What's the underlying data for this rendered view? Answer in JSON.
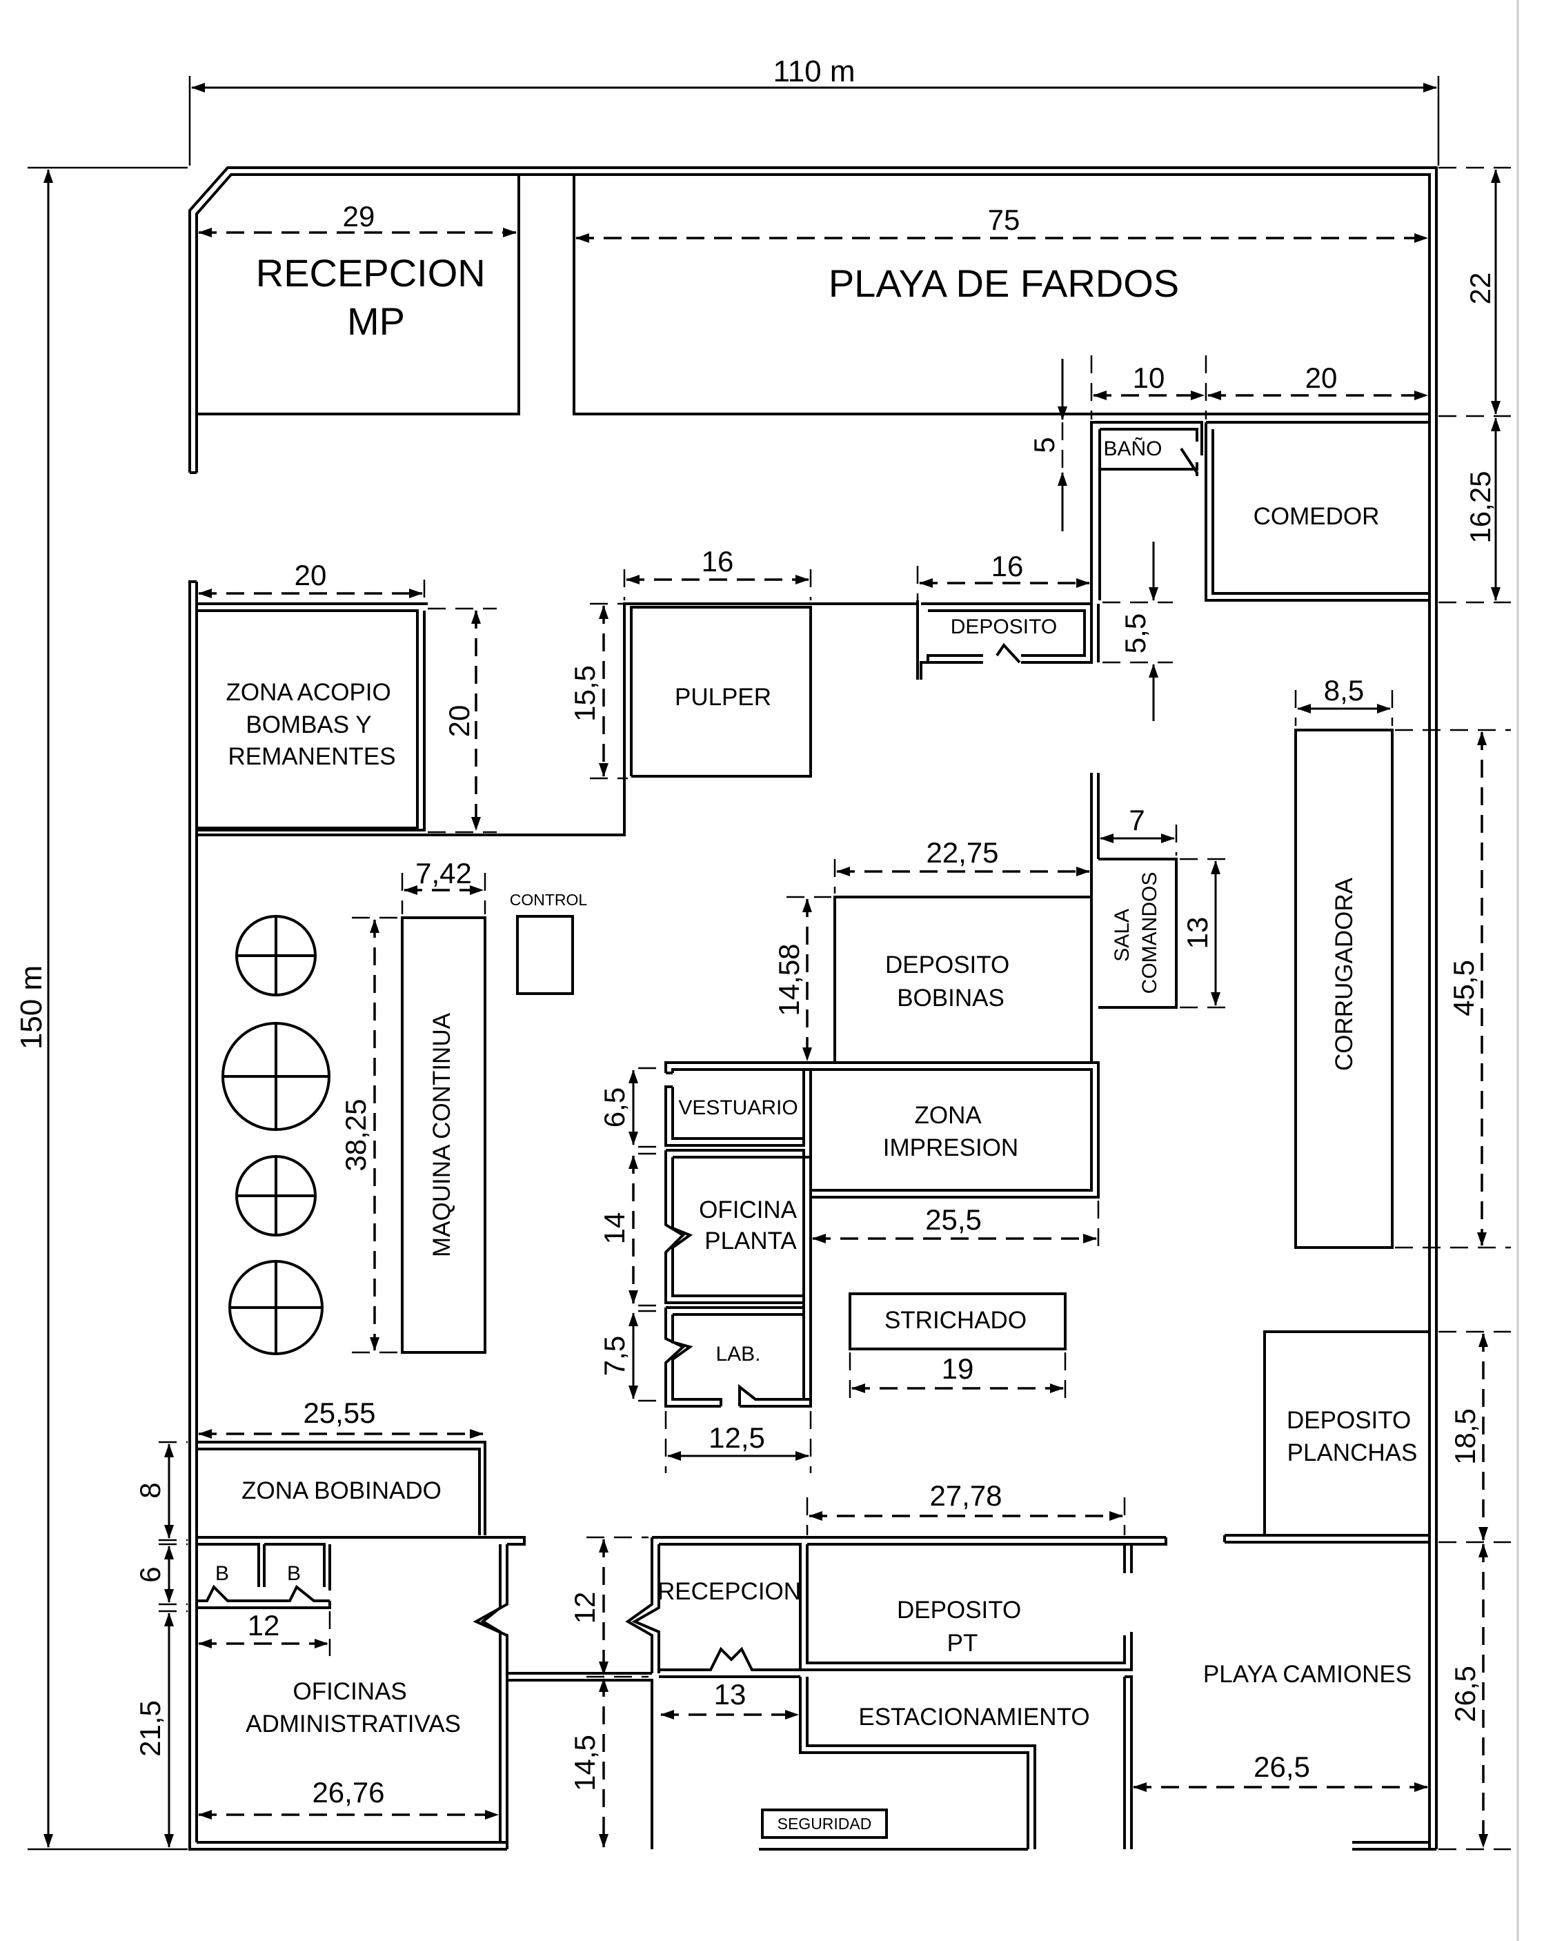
{
  "plan": {
    "overall_width": "110 m",
    "overall_height": "150 m"
  },
  "rooms": {
    "recepcion_mp": [
      "RECEPCION",
      "MP"
    ],
    "playa_de_fardos": "PLAYA DE FARDOS",
    "bano": "BAÑO",
    "comedor": "COMEDOR",
    "deposito_top": "DEPOSITO",
    "pulper": "PULPER",
    "zona_acopio": [
      "ZONA ACOPIO",
      "BOMBAS Y",
      "REMANENTES"
    ],
    "control": "CONTROL",
    "maquina_continua": "MAQUINA CONTINUA",
    "deposito_bobinas": [
      "DEPOSITO",
      "BOBINAS"
    ],
    "sala_comandos": [
      "SALA",
      "COMANDOS"
    ],
    "corrugadora": "CORRUGADORA",
    "vestuario": "VESTUARIO",
    "zona_impresion": [
      "ZONA",
      "IMPRESION"
    ],
    "oficina_planta": [
      "OFICINA",
      "PLANTA"
    ],
    "strichado": "STRICHADO",
    "lab": "LAB.",
    "deposito_planchas": [
      "DEPOSITO",
      "PLANCHAS"
    ],
    "zona_bobinado": "ZONA BOBINADO",
    "bano_b1": "B",
    "bano_b2": "B",
    "recepcion": "RECEPCION",
    "deposito_pt": [
      "DEPOSITO",
      "PT"
    ],
    "playa_camiones": "PLAYA CAMIONES",
    "oficinas_administrativas": [
      "OFICINAS",
      "ADMINISTRATIVAS"
    ],
    "estacionamiento": "ESTACIONAMIENTO",
    "seguridad": "SEGURIDAD"
  },
  "dimensions": {
    "recepcion_mp_w": "29",
    "playa_fardos_w": "75",
    "playa_fardos_h": "22",
    "bano_w": "10",
    "comedor_w": "20",
    "bano_h": "5",
    "comedor_h": "16,25",
    "acopio_w": "20",
    "acopio_h": "20",
    "pulper_w": "16",
    "pulper_h": "15,5",
    "deposito_top_w": "16",
    "deposito_top_h": "5,5",
    "corrugadora_w": "8,5",
    "corrugadora_h": "45,5",
    "maquina_w": "7,42",
    "maquina_h": "38,25",
    "deposito_bobinas_w": "22,75",
    "deposito_bobinas_h": "14,58",
    "sala_comandos_w": "7",
    "sala_comandos_h": "13",
    "vestuario_h": "6,5",
    "oficina_planta_h": "14",
    "zona_impresion_w": "25,5",
    "lab_h": "7,5",
    "lab_w": "12,5",
    "strichado_w": "19",
    "deposito_planchas_h": "18,5",
    "zona_bobinado_w": "25,55",
    "zona_bobinado_h": "8",
    "deposito_pt_w": "27,78",
    "banos_h": "6",
    "banos_w": "12",
    "recepcion_h": "12",
    "oficinas_h": "21,5",
    "oficinas_w": "26,76",
    "estac_h": "14,5",
    "estac_w": "13",
    "playa_camiones_h": "26,5",
    "playa_camiones_w": "26,5"
  }
}
